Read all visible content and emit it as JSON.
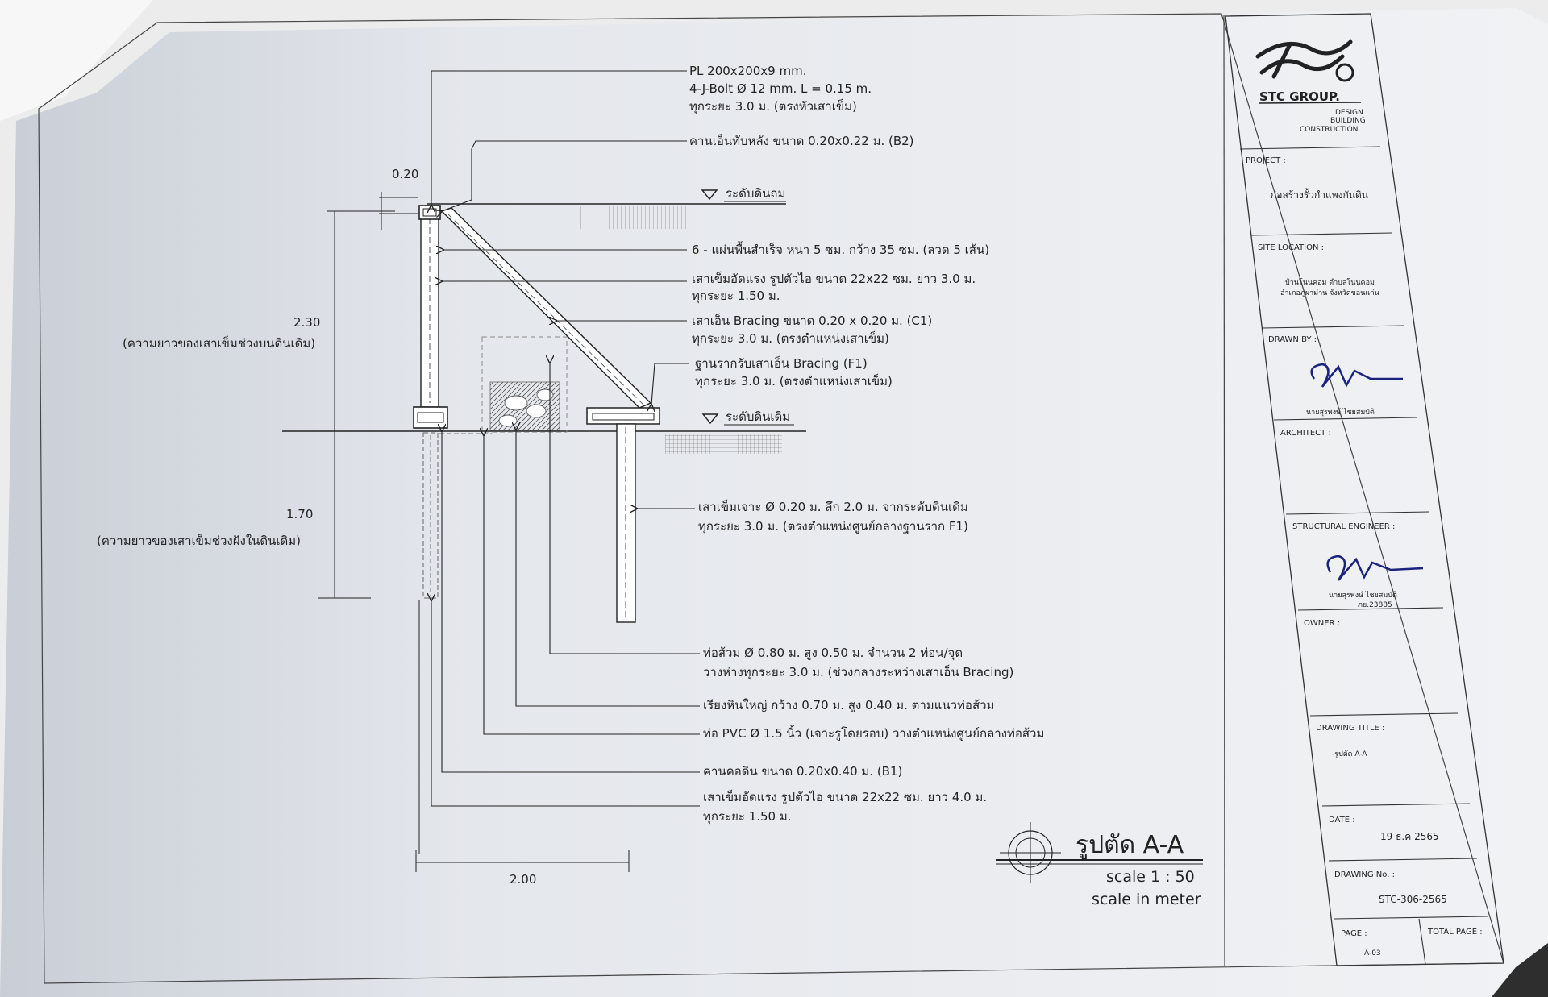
{
  "annotations": {
    "top_plate": [
      "PL 200x200x9 mm.",
      "4-J-Bolt Ø 12 mm. L = 0.15 m.",
      "ทุกระยะ 3.0 ม. (ตรงหัวเสาเข็ม)"
    ],
    "capping_beam": "คานเอ็นทับหลัง ขนาด 0.20x0.22 ม. (B2)",
    "fill_level": "ระดับดินถม",
    "slabs": "6 - แผ่นพื้นสำเร็จ หนา 5 ซม. กว้าง 35 ซม. (ลวด 5 เส้น)",
    "pile_upper": [
      "เสาเข็มอัดแรง รูปตัวไอ ขนาด 22x22 ซม. ยาว 3.0 ม.",
      "ทุกระยะ 1.50 ม."
    ],
    "bracing": [
      "เสาเอ็น Bracing ขนาด 0.20 x 0.20 ม. (C1)",
      "ทุกระยะ 3.0 ม. (ตรงตำแหน่งเสาเข็ม)"
    ],
    "footing": [
      "ฐานรากรับเสาเอ็น Bracing (F1)",
      "ทุกระยะ 3.0 ม. (ตรงตำแหน่งเสาเข็ม)"
    ],
    "existing_level": "ระดับดินเดิม",
    "bored_pile": [
      "เสาเข็มเจาะ Ø 0.20 ม. ลึก 2.0 ม. จากระดับดินเดิม",
      "ทุกระยะ 3.0 ม. (ตรงตำแหน่งศูนย์กลางฐานราก F1)"
    ],
    "drain_pipe": [
      "ท่อส้วม Ø 0.80 ม. สูง 0.50 ม. จำนวน 2 ท่อน/จุด",
      "วางห่างทุกระยะ 3.0 ม. (ช่วงกลางระหว่างเสาเอ็น Bracing)"
    ],
    "rocks": "เรียงหินใหญ่ กว้าง 0.70 ม. สูง 0.40 ม. ตามแนวท่อส้วม",
    "pvc": "ท่อ PVC Ø 1.5 นิ้ว (เจาะรูโดยรอบ) วางตำแหน่งศูนย์กลางท่อส้วม",
    "ground_beam": "คานคอดิน ขนาด 0.20x0.40 ม. (B1)",
    "pile_lower": [
      "เสาเข็มอัดแรง รูปตัวไอ ขนาด 22x22 ซม. ยาว 4.0 ม.",
      "ทุกระยะ 1.50 ม."
    ]
  },
  "dimensions": {
    "top_width": "0.20",
    "upper_length": "2.30",
    "upper_desc": "(ความยาวของเสาเข็มช่วงบนดินเดิม)",
    "lower_length": "1.70",
    "lower_desc": "(ความยาวของเสาเข็มช่วงฝังในดินเดิม)",
    "base_width": "2.00"
  },
  "section_title": {
    "title": "รูปตัด A-A",
    "scale": "scale  1 : 50",
    "units": "scale in meter"
  },
  "title_block": {
    "company": "STC GROUP.",
    "tagline": [
      "DESIGN",
      "BUILDING",
      "CONSTRUCTION"
    ],
    "project_label": "PROJECT :",
    "project": "ก่อสร้างรั้วกำแพงกันดิน",
    "site_label": "SITE LOCATION :",
    "site": [
      "บ้านโนนคอม ตำบลโนนคอม",
      "อำเภอภูผาม่าน จังหวัดขอนแก่น"
    ],
    "drawn_label": "DRAWN BY :",
    "drawn_name": "นายสุรพงษ์  ไชยสมบัติ",
    "architect_label": "ARCHITECT :",
    "engineer_label": "STRUCTURAL ENGINEER :",
    "engineer_name": "นายสุรพงษ์  ไชยสมบัติ",
    "engineer_license": "ภย.23885",
    "owner_label": "OWNER :",
    "drawing_title_label": "DRAWING TITLE :",
    "drawing_title": "-รูปตัด A-A",
    "date_label": "DATE :",
    "date": "19 ธ.ค 2565",
    "drawing_no_label": "DRAWING No. :",
    "drawing_no": "STC-306-2565",
    "page_label": "PAGE :",
    "page": "A-03",
    "total_page_label": "TOTAL PAGE :"
  }
}
